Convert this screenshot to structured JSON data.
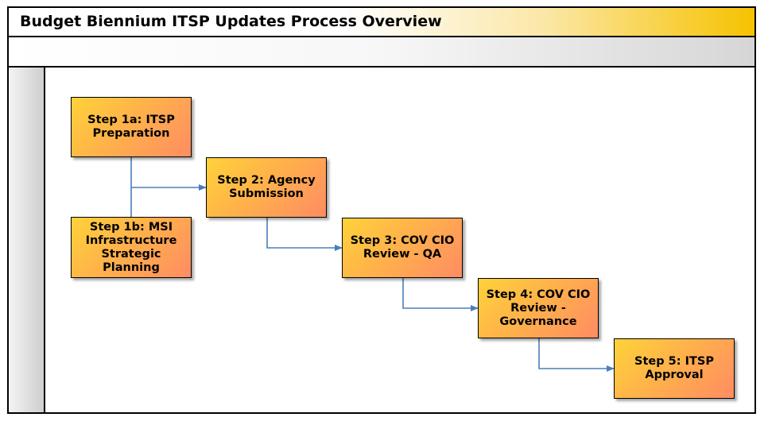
{
  "title": "Budget Biennium ITSP Updates Process Overview",
  "colors": {
    "title_accent": "#f6c200",
    "step_fill_start": "#ffd23a",
    "step_fill_end": "#ff8c63",
    "connector": "#4a7ebb"
  },
  "steps": [
    {
      "id": "step-1a",
      "label": "Step 1a: ITSP\nPreparation"
    },
    {
      "id": "step-1b",
      "label": "Step 1b: MSI\nInfrastructure\nStrategic\nPlanning"
    },
    {
      "id": "step-2",
      "label": "Step 2: Agency\nSubmission"
    },
    {
      "id": "step-3",
      "label": "Step 3: COV CIO\nReview - QA"
    },
    {
      "id": "step-4",
      "label": "Step 4: COV CIO\nReview -\nGovernance"
    },
    {
      "id": "step-5",
      "label": "Step 5: ITSP\nApproval"
    }
  ],
  "connections": [
    {
      "from": "step-1a",
      "to": "step-2"
    },
    {
      "from": "step-1b",
      "to": "step-2"
    },
    {
      "from": "step-2",
      "to": "step-3"
    },
    {
      "from": "step-3",
      "to": "step-4"
    },
    {
      "from": "step-4",
      "to": "step-5"
    }
  ]
}
